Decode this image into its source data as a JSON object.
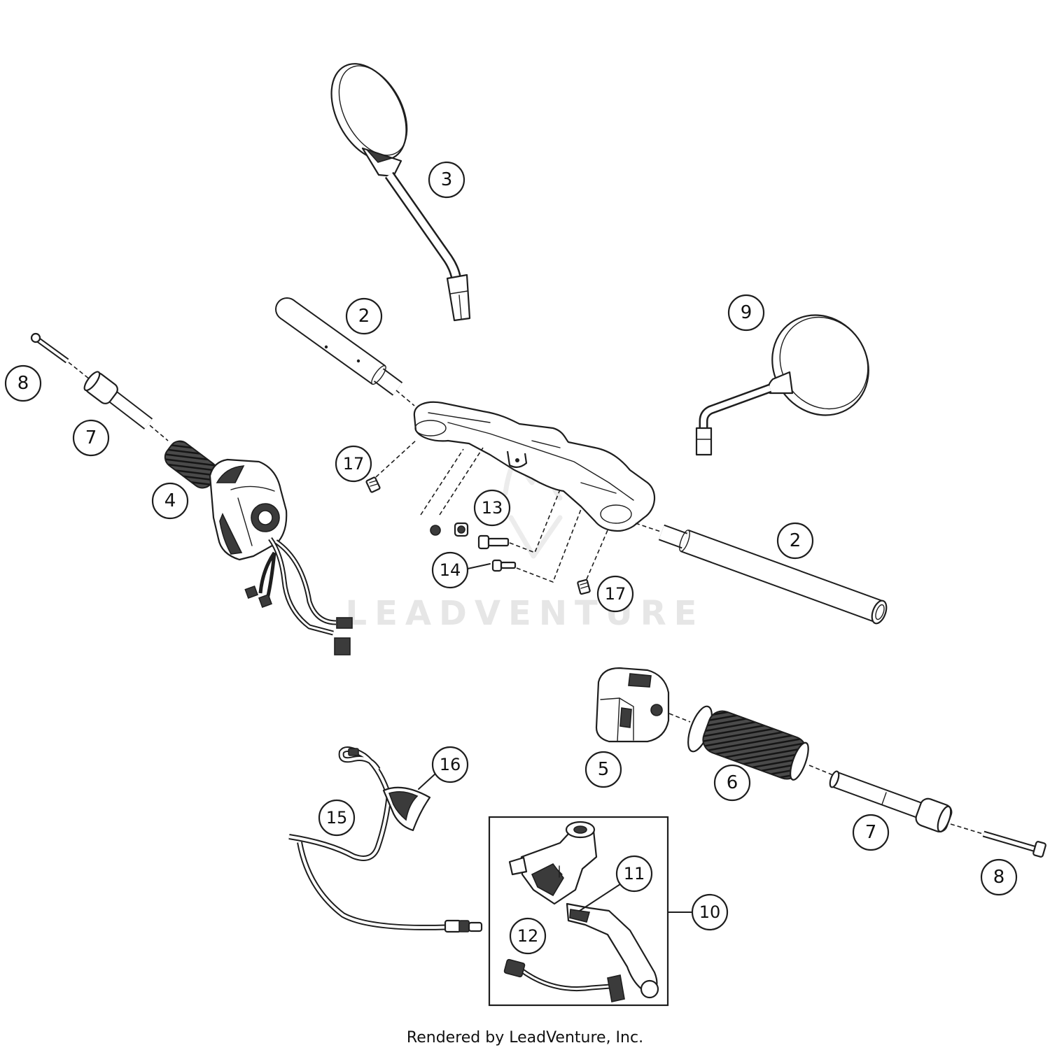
{
  "diagram": {
    "callouts": [
      "3",
      "2",
      "9",
      "8",
      "7",
      "17",
      "13",
      "4",
      "14",
      "2",
      "17",
      "5",
      "6",
      "16",
      "15",
      "11",
      "7",
      "8",
      "10",
      "12"
    ],
    "watermark": "LEADVENTURE",
    "footer": "Rendered by LeadVenture, Inc."
  },
  "colors": {
    "line": "#1e1e1e",
    "watermark": "#e6e6e6",
    "background": "#ffffff",
    "dark_fill": "#3b3b3b"
  }
}
